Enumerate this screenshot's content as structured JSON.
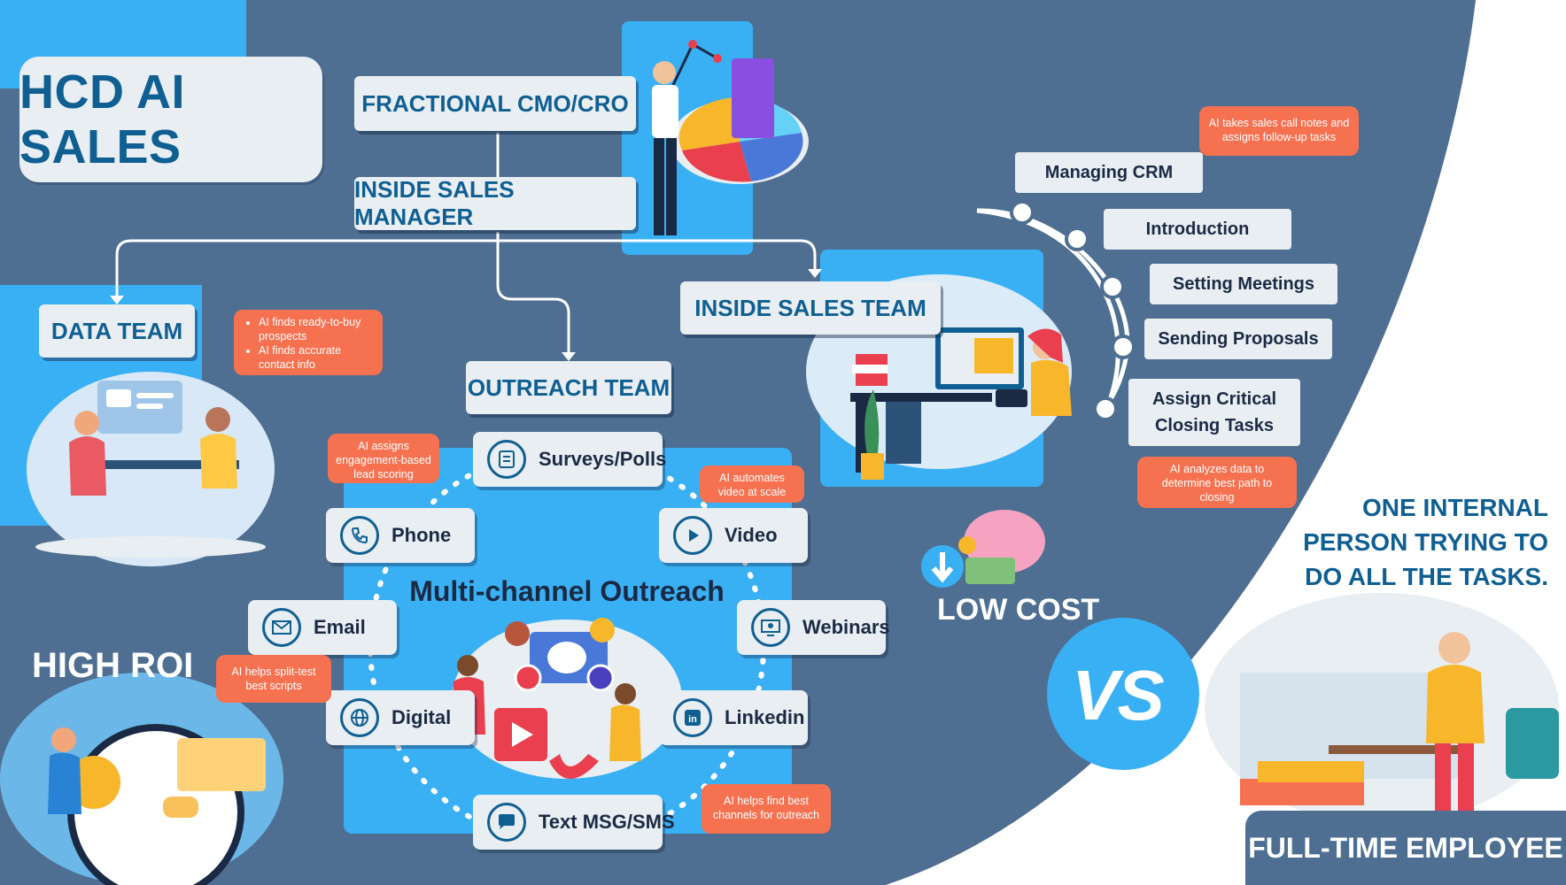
{
  "title": "HCD AI SALES",
  "org": {
    "cmo": "FRACTIONAL CMO/CRO",
    "manager": "INSIDE SALES MANAGER",
    "data_team": "DATA TEAM",
    "outreach_team": "OUTREACH TEAM",
    "inside_sales_team": "INSIDE SALES TEAM"
  },
  "data_team_notes": [
    "AI finds ready-to-buy prospects",
    "AI finds accurate contact info"
  ],
  "outreach": {
    "heading": "Multi-channel Outreach",
    "channels": {
      "surveys": "Surveys/Polls",
      "phone": "Phone",
      "video": "Video",
      "email": "Email",
      "webinars": "Webinars",
      "digital": "Digital",
      "linkedin": "Linkedin",
      "sms": "Text MSG/SMS"
    },
    "notes": {
      "lead_scoring": "AI assigns engagement-based lead scoring",
      "video": "AI automates video at scale",
      "split_test": "AI helps split-test best scripts",
      "channels": "AI helps find best channels for outreach"
    }
  },
  "tasks": {
    "crm": "Managing CRM",
    "intro": "Introduction",
    "meetings": "Setting Meetings",
    "proposals": "Sending Proposals",
    "closing_line1": "Assign Critical",
    "closing_line2": "Closing Tasks",
    "note_crm": "AI takes sales call notes and assigns follow-up tasks",
    "note_closing": "AI analyzes data to determine best path to closing"
  },
  "labels": {
    "high_roi": "HIGH ROI",
    "low_cost": "LOW COST",
    "vs": "VS",
    "one_person_1": "ONE INTERNAL",
    "one_person_2": "PERSON TRYING TO",
    "one_person_3": "DO ALL THE TASKS.",
    "full_time": "FULL-TIME EMPLOYEE"
  },
  "colors": {
    "slate": "#4e6f91",
    "sky": "#3ab0f4",
    "navy": "#0f5f92",
    "orange": "#f57150",
    "light": "#e9eef2"
  }
}
